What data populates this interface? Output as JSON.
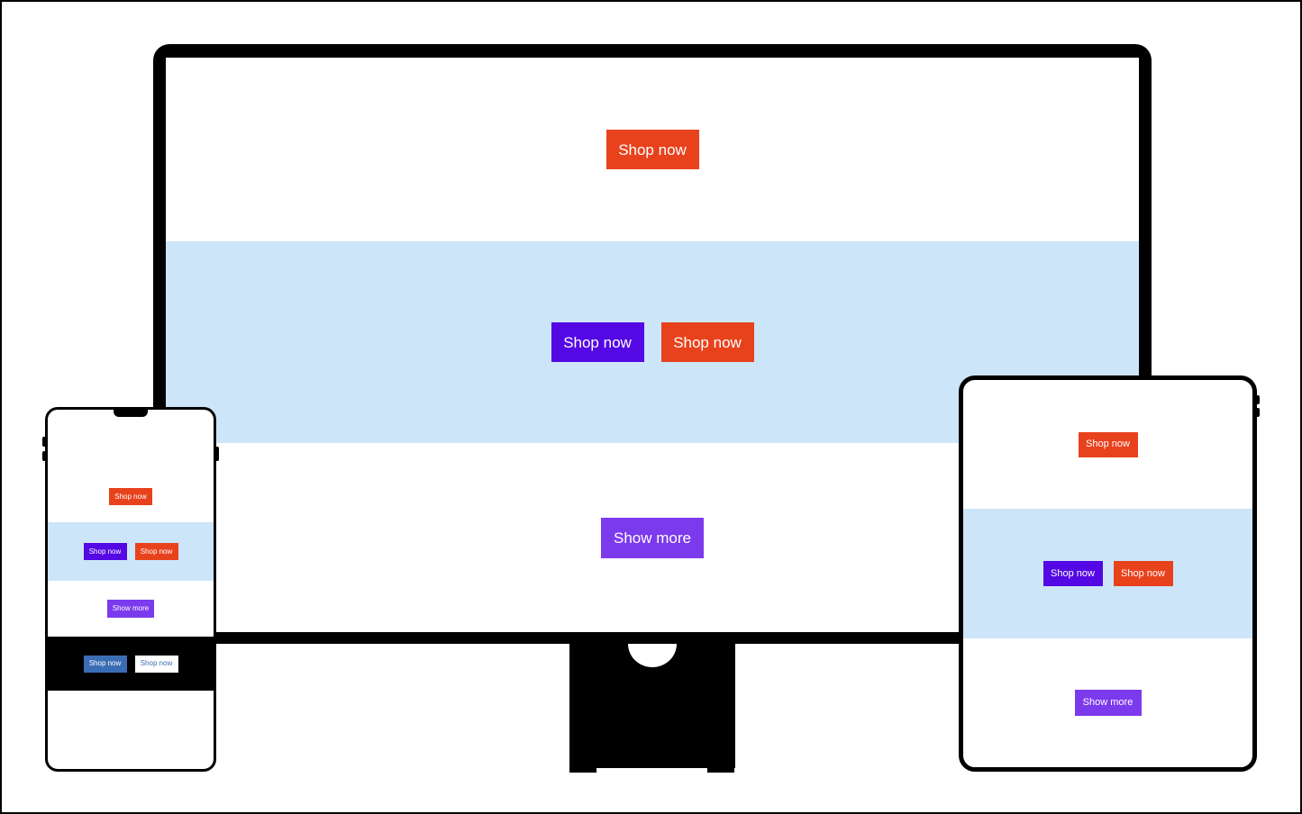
{
  "colors": {
    "page_bg": "#ffffff",
    "page_border": "#000000",
    "device_frame": "#000000",
    "band_blue": "#cde5f9",
    "footer_black": "#000000",
    "btn_red": "#e8421d",
    "btn_purple": "#5408e3",
    "btn_violet": "#7c3aed",
    "btn_blue": "#3b6db4"
  },
  "desktop": {
    "hero_shop_now": "Shop now",
    "band_shop_now_purple": "Shop now",
    "band_shop_now_red": "Shop now",
    "show_more": "Show more"
  },
  "tablet": {
    "hero_shop_now": "Shop now",
    "band_shop_now_purple": "Shop now",
    "band_shop_now_red": "Shop now",
    "show_more": "Show more"
  },
  "phone": {
    "hero_shop_now": "Shop now",
    "band_shop_now_purple": "Shop now",
    "band_shop_now_red": "Shop now",
    "show_more": "Show more",
    "footer_shop_now_blue": "Shop now",
    "footer_shop_now_white": "Shop now"
  }
}
